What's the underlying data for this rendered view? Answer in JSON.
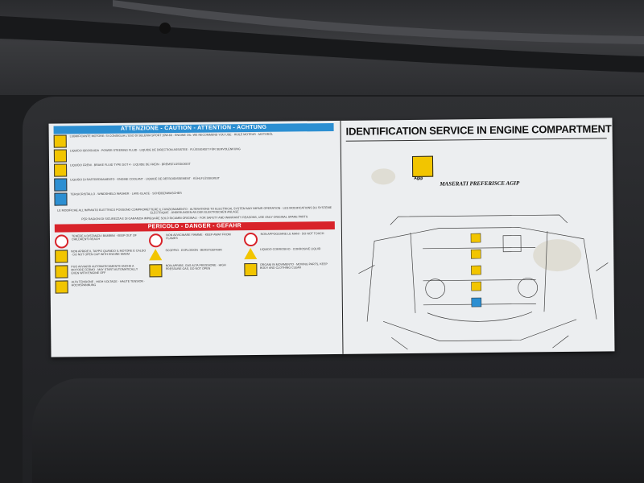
{
  "colors": {
    "band_blue": "#2c8fd2",
    "band_red": "#d8232a",
    "warning_yellow": "#f2c500",
    "label_bg": "#eceef0"
  },
  "attention_header": "ATTENZIONE - CAUTION - ATTENTION - ACHTUNG",
  "caution_items": [
    {
      "icon": "oil-can-icon",
      "text": "LUBRIFICANTE MOTORE: SI CONSIGLIA L'USO DI SELENIA SPORT 10W-60 · ENGINE OIL: WE RECOMMEND YOU USE · HUILE MOTEUR · MOTORÖL"
    },
    {
      "icon": "steering-wheel-icon",
      "text": "LIQUIDO IDROGUIDA · POWER STEERING FLUID · LIQUIDE DE DIRECTION ASSISTEE · FLÜSSIGKEIT FÜR SERVOLENKUNG"
    },
    {
      "icon": "brake-fluid-icon",
      "text": "LIQUIDO FRENI · BRAKE FLUID TYPE DOT 4 · LIQUIDE DE FREIN · BREMSFLÜSSIGKEIT"
    },
    {
      "icon": "coolant-icon",
      "text": "LIQUIDO DI RAFFREDDAMENTO · ENGINE COOLANT · LIQUIDE DE REFROIDISSEMENT · KÜHLFLÜSSIGKEIT"
    },
    {
      "icon": "washer-fluid-icon",
      "text": "TERGICRISTALLO · WINDSHIELD WASHER · LAVE-GLACE · SCHEIBENWASCHER"
    }
  ],
  "caution_note": "LE MODIFICHE ALL'IMPIANTO ELETTRICO POSSONO COMPROMETTERE IL FUNZIONAMENTO · ALTERATIONS TO ELECTRICAL SYSTEM MAY IMPAIR OPERATION · LES MODIFICATIONS DU SYSTÈME ÉLECTRIQUE · ÄNDERUNGEN AN DER ELEKTRISCHEN ANLAGE",
  "caution_note2": "PER RAGIONI DI SICUREZZA E DI GARANZIA IMPIEGARE SOLO RICAMBI ORIGINALI · FOR SAFETY AND WARRANTY REASONS, USE ONLY ORIGINAL SPARE PARTS",
  "danger_header": "PERICOLO - DANGER - GEFAHR",
  "danger_items": [
    {
      "icon": "no-children-icon",
      "text": "TENERE A DISTANZA I BAMBINI · KEEP OUT OF CHILDREN'S REACH"
    },
    {
      "icon": "no-flame-icon",
      "text": "NON AVVICINARE FIAMME · KEEP AWAY FROM FLAMES"
    },
    {
      "icon": "no-hands-icon",
      "text": "NON APPOGGIARE LE MANI · DO NOT TOUCH"
    },
    {
      "icon": "hot-surface-icon",
      "text": "NON APRIRE IL TAPPO QUANDO IL MOTORE È CALDO · DO NOT OPEN CAP WITH ENGINE WARM"
    },
    {
      "icon": "explosion-icon",
      "text": "SCOPPIO · EXPLOSION · BERSTGEFAHR"
    },
    {
      "icon": "corrosive-icon",
      "text": "LIQUIDO CORROSIVO · CORROSIVE LIQUID"
    },
    {
      "icon": "fan-icon",
      "text": "PUÒ AVVIARSI AUTOMATICAMENTE ANCHE A MOTORE FERMO · MAY START AUTOMATICALLY EVEN WITH ENGINE OFF"
    },
    {
      "icon": "pressure-icon",
      "text": "NON APRIRE, GAS ALTA PRESSIONE · HIGH PRESSURE GAS, DO NOT OPEN"
    },
    {
      "icon": "belt-icon",
      "text": "ORGANI IN MOVIMENTO · MOVING PARTS, KEEP BODY AND CLOTHING CLEAR"
    },
    {
      "icon": "high-voltage-icon",
      "text": "ALTA TENSIONE · HIGH VOLTAGE · HAUTE TENSION · HOCHSPANNUNG"
    }
  ],
  "ident_title": "IDENTIFICATION SERVICE IN ENGINE COMPARTMENT",
  "agip_logo": "Agip",
  "slogan": "MASERATI PREFERISCE AGIP",
  "diagram_icons": [
    "oil-can-icon",
    "steering-wheel-icon",
    "brake-fluid-icon",
    "coolant-icon",
    "washer-fluid-icon"
  ]
}
